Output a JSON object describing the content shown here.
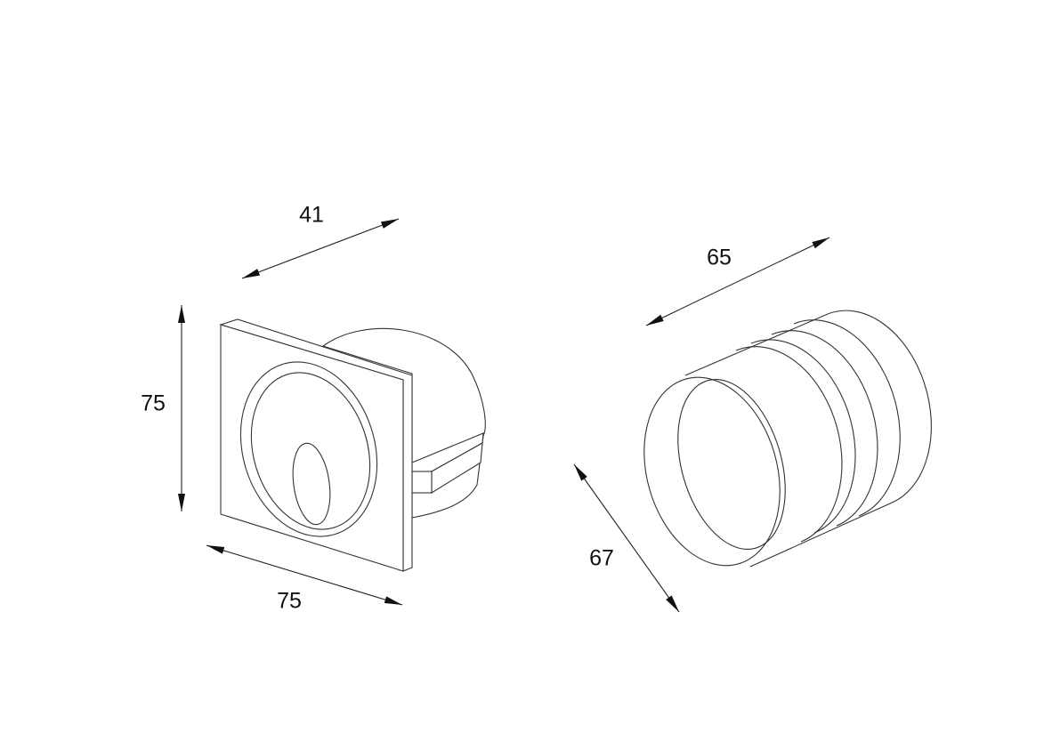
{
  "dimensions": {
    "square_depth": "41",
    "square_height": "75",
    "square_width": "75",
    "round_depth": "65",
    "round_diameter": "67"
  }
}
